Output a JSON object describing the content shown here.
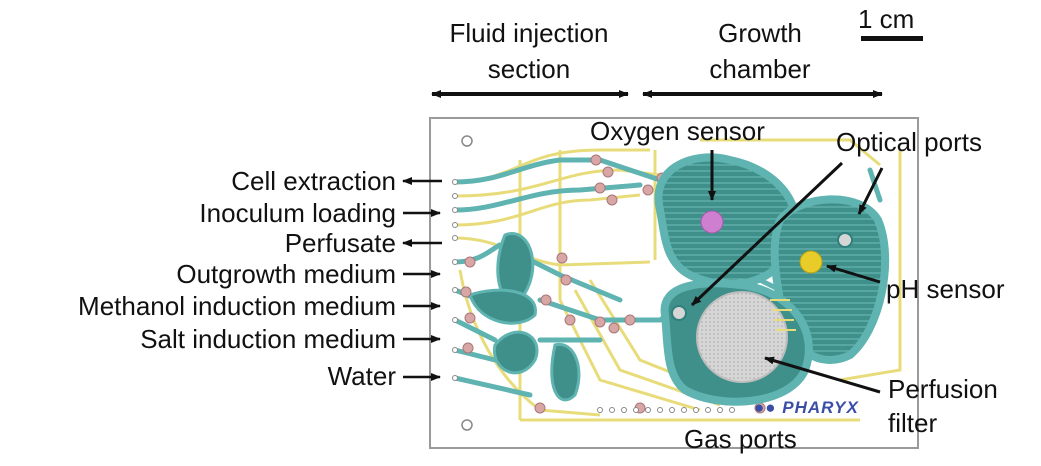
{
  "header": {
    "fluid_injection_line1": "Fluid injection",
    "fluid_injection_line2": "section",
    "growth_chamber_line1": "Growth",
    "growth_chamber_line2": "chamber",
    "scale_bar": "1 cm"
  },
  "left_labels": [
    {
      "text": "Cell extraction",
      "direction": "out"
    },
    {
      "text": "Inoculum loading",
      "direction": "in"
    },
    {
      "text": "Perfusate",
      "direction": "out"
    },
    {
      "text": "Outgrowth medium",
      "direction": "in"
    },
    {
      "text": "Methanol induction medium",
      "direction": "in"
    },
    {
      "text": "Salt induction medium",
      "direction": "in"
    },
    {
      "text": "Water",
      "direction": "in"
    }
  ],
  "callouts": {
    "oxygen_sensor": "Oxygen sensor",
    "optical_ports": "Optical ports",
    "ph_sensor": "pH sensor",
    "perfusion_line1": "Perfusion",
    "perfusion_line2": "filter",
    "gas_ports": "Gas ports"
  },
  "brand": "PHARYX",
  "colors": {
    "channel_teal": "#5fb3b0",
    "channel_dark": "#2f7f7b",
    "channel_yellow": "#e8dc7a",
    "valve_pink": "#d9a6a6",
    "oxygen_sensor": "#cf7fd0",
    "ph_sensor": "#e8cc2a",
    "filter_grey": "#d9d9d9",
    "brand_blue": "#3b4ea6"
  }
}
